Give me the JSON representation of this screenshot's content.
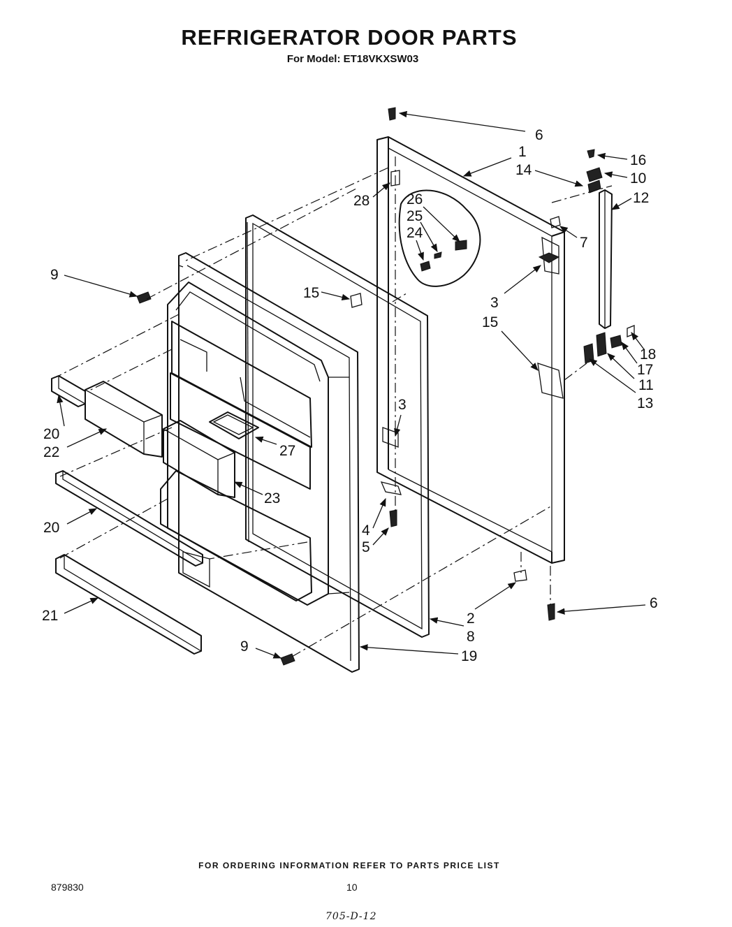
{
  "header": {
    "title": "REFRIGERATOR DOOR PARTS",
    "subtitle": "For Model: ET18VKXSW03"
  },
  "callouts": [
    {
      "id": "c6a",
      "label": "6"
    },
    {
      "id": "c1",
      "label": "1"
    },
    {
      "id": "c16",
      "label": "16"
    },
    {
      "id": "c14",
      "label": "14"
    },
    {
      "id": "c10",
      "label": "10"
    },
    {
      "id": "c12",
      "label": "12"
    },
    {
      "id": "c28",
      "label": "28"
    },
    {
      "id": "c26",
      "label": "26"
    },
    {
      "id": "c25",
      "label": "25"
    },
    {
      "id": "c24",
      "label": "24"
    },
    {
      "id": "c7",
      "label": "7"
    },
    {
      "id": "c9a",
      "label": "9"
    },
    {
      "id": "c15a",
      "label": "15"
    },
    {
      "id": "c3a",
      "label": "3"
    },
    {
      "id": "c15b",
      "label": "15"
    },
    {
      "id": "c18",
      "label": "18"
    },
    {
      "id": "c17",
      "label": "17"
    },
    {
      "id": "c11",
      "label": "11"
    },
    {
      "id": "c13",
      "label": "13"
    },
    {
      "id": "c3b",
      "label": "3"
    },
    {
      "id": "c20a",
      "label": "20"
    },
    {
      "id": "c22",
      "label": "22"
    },
    {
      "id": "c27",
      "label": "27"
    },
    {
      "id": "c23",
      "label": "23"
    },
    {
      "id": "c20b",
      "label": "20"
    },
    {
      "id": "c4",
      "label": "4"
    },
    {
      "id": "c5",
      "label": "5"
    },
    {
      "id": "c21",
      "label": "21"
    },
    {
      "id": "c2",
      "label": "2"
    },
    {
      "id": "c6b",
      "label": "6"
    },
    {
      "id": "c8",
      "label": "8"
    },
    {
      "id": "c9b",
      "label": "9"
    },
    {
      "id": "c19",
      "label": "19"
    }
  ],
  "footer": {
    "ordering_note": "FOR ORDERING INFORMATION REFER TO PARTS PRICE LIST",
    "document_number": "879830",
    "page_number": "10",
    "handwritten_note": "705-D-12"
  }
}
